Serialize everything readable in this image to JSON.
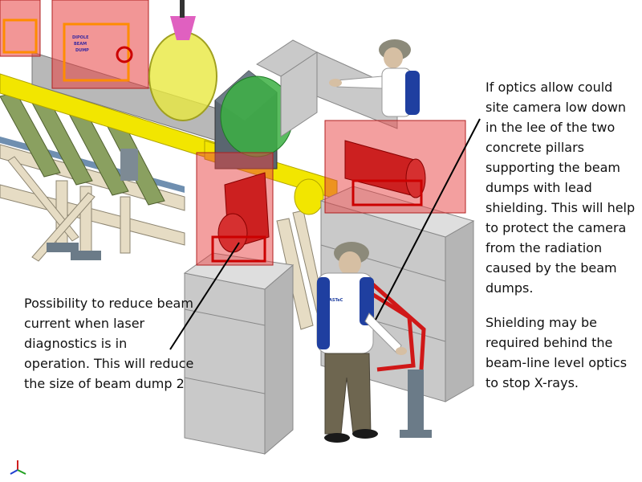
{
  "annotations": {
    "right_top": "If optics allow could site camera low down in the lee of the two concrete pillars supporting the beam dumps with lead shielding. This will help to protect the camera from the radiation caused by the beam dumps.",
    "right_bottom": "Shielding may be required behind the beam-line level optics to stop X-rays.",
    "left": "Possibility to reduce beam current when laser diagnostics is in operation. This will reduce the size of beam dump 2"
  },
  "labels": {
    "box_label_1": "DIPOLE",
    "box_label_2": "BEAM",
    "box_label_3": "DUMP",
    "shirt_logo": "ASTeC"
  },
  "colors": {
    "concrete": "#c9c9c9",
    "beam_pipe": "#f2e600",
    "shield_red": "#e84040",
    "support_green": "#8aa060",
    "frame_cream": "#e6dcc4",
    "magnet_green": "#3cb043",
    "steel_grey": "#7d8a94"
  }
}
